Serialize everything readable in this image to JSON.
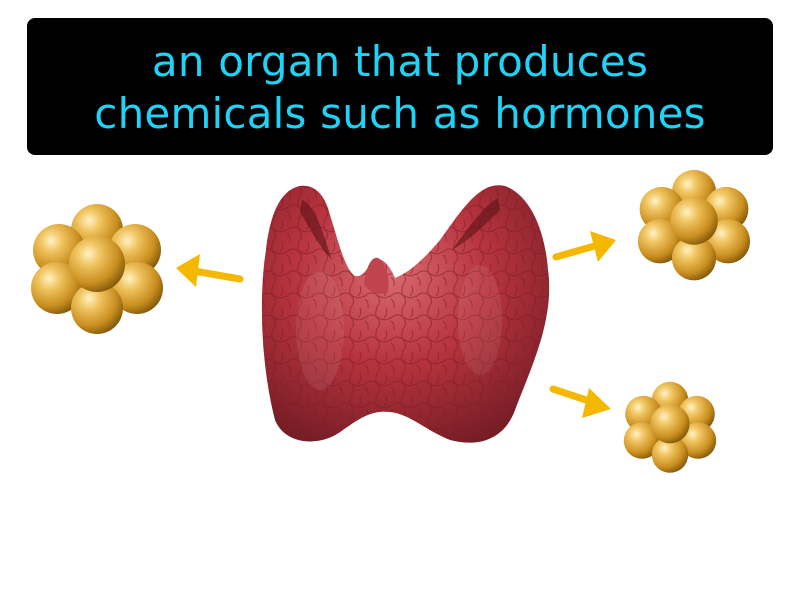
{
  "definition": {
    "line1": "an organ that produces",
    "line2": "chemicals such as hormones"
  },
  "illustration": {
    "organ": "thyroid-gland",
    "secretion_count": 3
  },
  "colors": {
    "banner_background": "#000000",
    "definition_text": "#1fd3f7",
    "arrow": "#f5b800",
    "organ": "#b8343f",
    "hormone": "#d9a22e",
    "page_background": "#ffffff"
  }
}
